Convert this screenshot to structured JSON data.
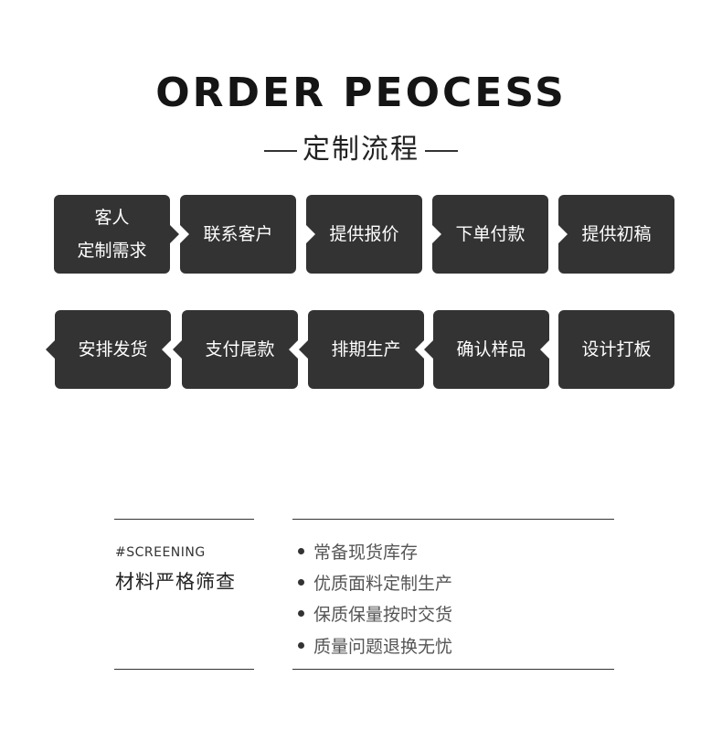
{
  "header": {
    "title": "ORDER PEOCESS",
    "subtitle": "定制流程"
  },
  "process": {
    "row1": [
      {
        "line1": "客人",
        "line2": "定制需求"
      },
      {
        "line1": "联系客户",
        "line2": ""
      },
      {
        "line1": "提供报价",
        "line2": ""
      },
      {
        "line1": "下单付款",
        "line2": ""
      },
      {
        "line1": "提供初稿",
        "line2": ""
      }
    ],
    "row2": [
      {
        "line1": "安排发货"
      },
      {
        "line1": "支付尾款"
      },
      {
        "line1": "排期生产"
      },
      {
        "line1": "确认样品"
      },
      {
        "line1": "设计打板"
      }
    ]
  },
  "screening": {
    "tag": "#SCREENING",
    "heading": "材料严格筛查",
    "features": [
      "常备现货库存",
      "优质面料定制生产",
      "保质保量按时交货",
      "质量问题退换无忧"
    ]
  },
  "colors": {
    "box": "#333333",
    "background": "#ffffff"
  }
}
